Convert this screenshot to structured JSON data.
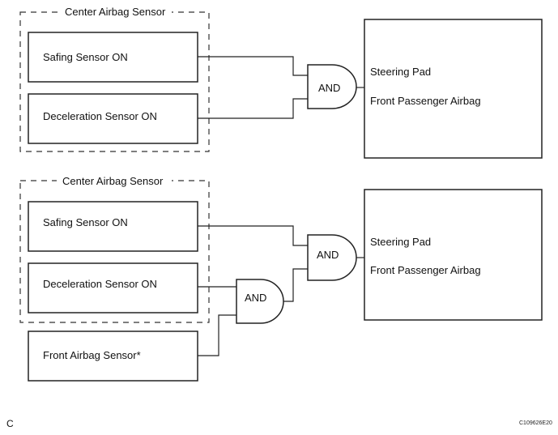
{
  "diagram1": {
    "group_label": "Center Airbag Sensor",
    "safing": "Safing Sensor ON",
    "decel": "Deceleration Sensor ON",
    "gate": "AND",
    "output_line1": "Steering Pad",
    "output_line2": "Front Passenger Airbag"
  },
  "diagram2": {
    "group_label": "Center Airbag Sensor",
    "safing": "Safing Sensor ON",
    "decel": "Deceleration Sensor ON",
    "front_sensor": "Front Airbag Sensor*",
    "gate_upper": "AND",
    "gate_lower": "AND",
    "output_line1": "Steering Pad",
    "output_line2": "Front Passenger Airbag"
  },
  "footer": {
    "corner_letter": "C",
    "figure_code": "C109626E20"
  }
}
